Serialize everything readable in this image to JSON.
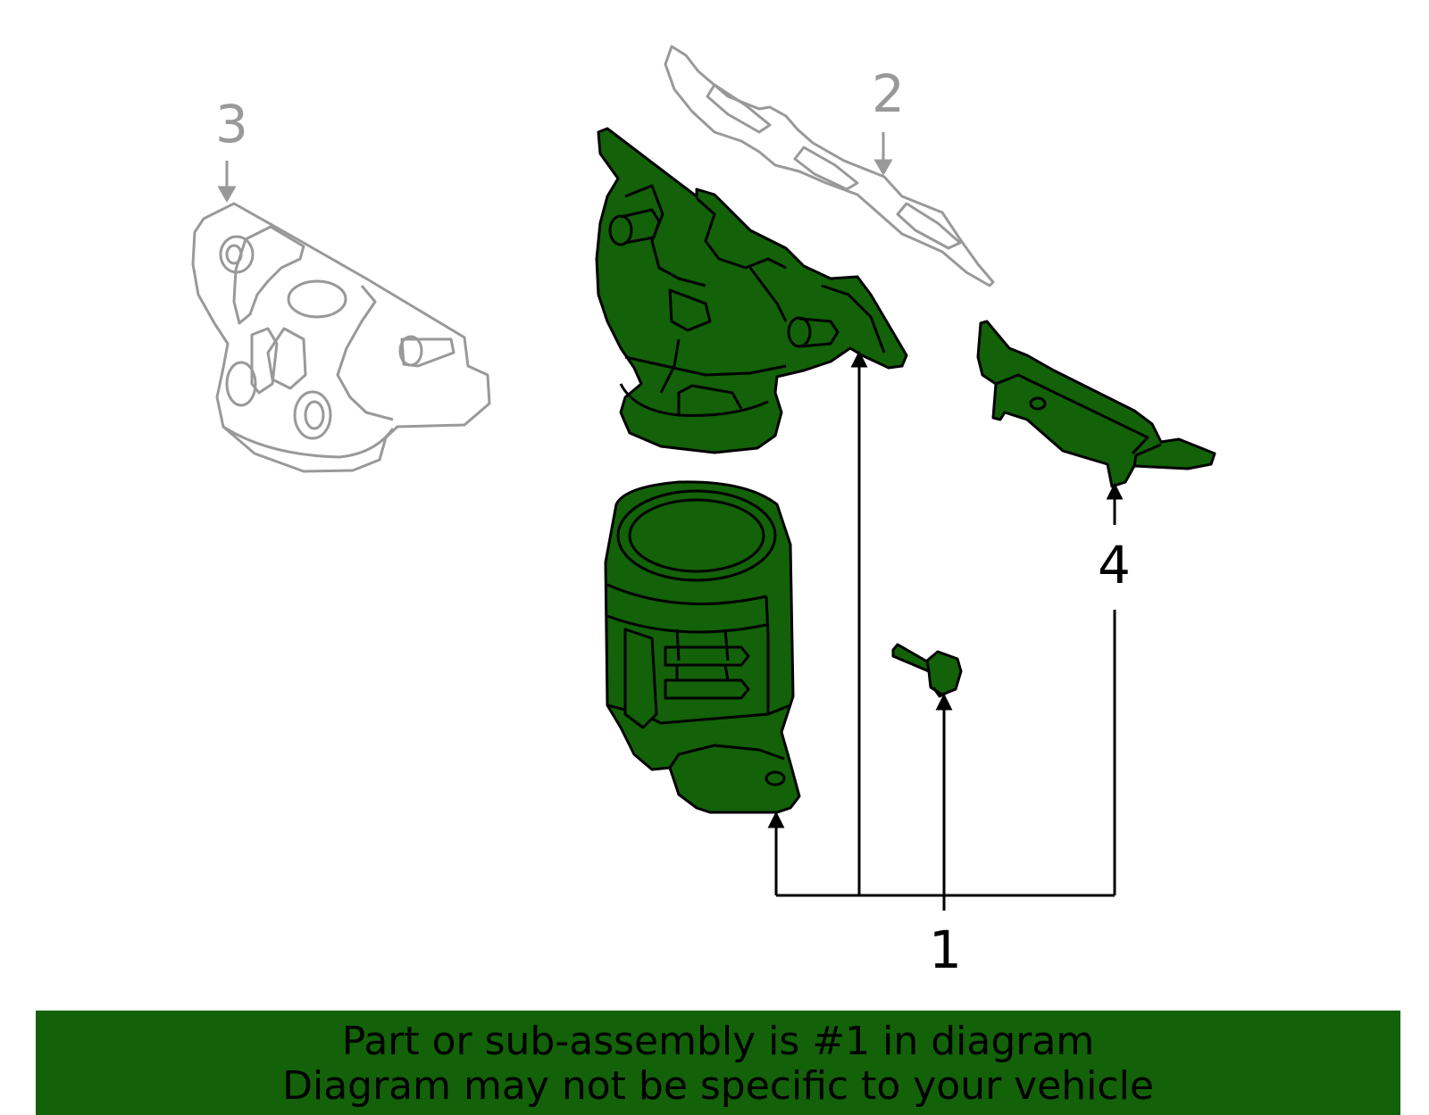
{
  "callouts": {
    "part_1": "1",
    "part_2": "2",
    "part_3": "3",
    "part_4": "4"
  },
  "banner": {
    "line1": "Part or sub-assembly is #1 in diagram",
    "line2": "Diagram may not be specific to your vehicle"
  },
  "colors": {
    "highlight_part": "#136108",
    "other_part_outline": "#999999",
    "banner_background": "#136108"
  }
}
